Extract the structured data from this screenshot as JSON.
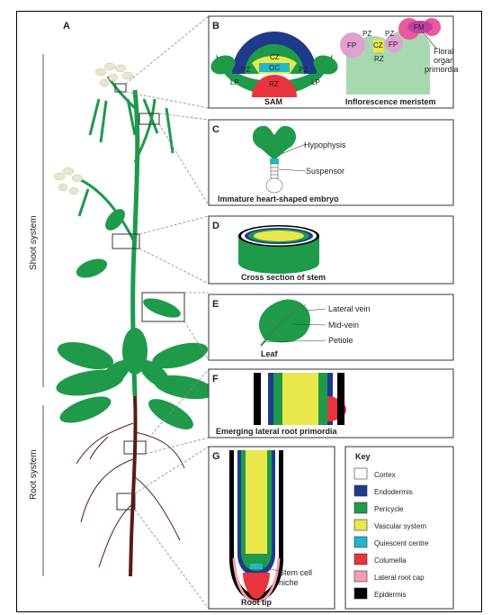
{
  "panels": {
    "a": {
      "label": "A"
    },
    "b": {
      "label": "B",
      "sam_caption": "SAM",
      "inflorescence_caption": "Inflorescence meristem",
      "zones": {
        "cz": "CZ",
        "oc": "OC",
        "pz": "PZ",
        "rz": "RZ",
        "lp": "LP",
        "fp": "FP",
        "fm": "FM"
      },
      "floral_label_1": "Floral",
      "floral_label_2": "organ",
      "floral_label_3": "primordia"
    },
    "c": {
      "label": "C",
      "hypophysis": "Hypophysis",
      "suspensor": "Suspensor",
      "caption": "Immature heart-shaped embryo"
    },
    "d": {
      "label": "D",
      "caption": "Cross section of stem"
    },
    "e": {
      "label": "E",
      "lateral_vein": "Lateral vein",
      "mid_vein": "Mid-vein",
      "petiole": "Petiole",
      "caption": "Leaf"
    },
    "f": {
      "label": "F",
      "caption": "Emerging lateral root primordia"
    },
    "g": {
      "label": "G",
      "stem_cell_1": "Stem cell",
      "stem_cell_2": "niche",
      "caption": "Root tip"
    }
  },
  "systems": {
    "shoot": "Shoot system",
    "root": "Root system"
  },
  "key": {
    "title": "Key",
    "items": [
      {
        "label": "Cortex",
        "color": "#ffffff"
      },
      {
        "label": "Endodermis",
        "color": "#1f3a8a"
      },
      {
        "label": "Pericycle",
        "color": "#1e9a4a"
      },
      {
        "label": "Vascular system",
        "color": "#e8e84a"
      },
      {
        "label": "Quiescent centre",
        "color": "#22b8c8"
      },
      {
        "label": "Columella",
        "color": "#e8343c"
      },
      {
        "label": "Lateral root cap",
        "color": "#f2a0b0"
      },
      {
        "label": "Epidermis",
        "color": "#000000"
      }
    ]
  },
  "colors": {
    "plant_green": "#1e9a4a",
    "root_brown": "#5a1a14",
    "flower": "#e8e4d0"
  }
}
